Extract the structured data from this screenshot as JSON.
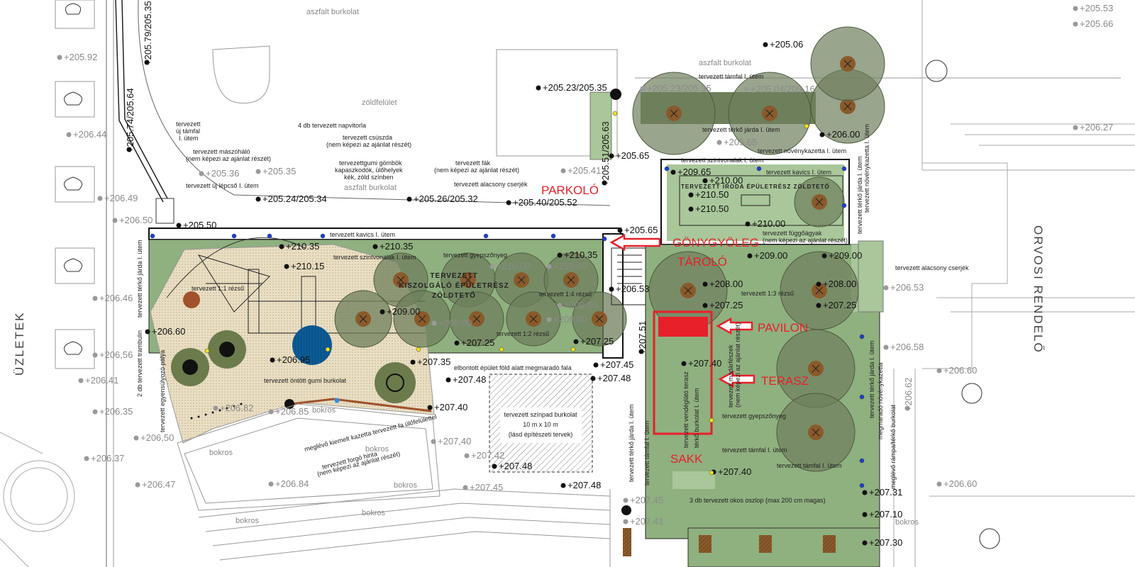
{
  "colors": {
    "lawn": "#8fb07f",
    "roof_green": "#a9c79a",
    "tree_canopy": "#6e7f5c",
    "tree_trunk": "#8a5a2b",
    "rubber_surface": "#e8dcc0",
    "blue_disc": "#0c5a94",
    "marker_red": "#e8202a"
  },
  "area_labels": {
    "left_building": "ÜZLETEK",
    "right_building": "ORVOSI RENDELŐ"
  },
  "red_markers": {
    "parkolo": "PARKOLÓ",
    "gonygyoleg": "GÖNYGYÖLEG",
    "tarolo": "TÁROLÓ",
    "pavilon": "PAVILON",
    "terasz": "TERASZ",
    "sakk": "SAKK"
  },
  "roof_titles": {
    "kiszolgalo_1": "TERVEZETT",
    "kiszolgalo_2": "KISZOLGÁLÓ ÉPÜLETRÉSZ",
    "kiszolgalo_3": "ZÖLDTETŐ",
    "iroda": "TERVEZETT IRODA ÉPÜLETRÉSZ ZÖLDTETŐ"
  },
  "stage": {
    "line1": "tervezett színpad burkolat",
    "line2": "10 m x 10 m",
    "line3": "(lásd építészeti tervek)"
  },
  "notes": [
    "aszfalt burkolat",
    "zöldfelület",
    "aszfalt burkolat",
    "aszfalt burkolat",
    "tervezett",
    "új támfal",
    "I. ütem",
    "tervezett mászóháló",
    "(nem képezi az ajánlat részét)",
    "4 db tervezett napvitorla",
    "tervezett csúszda",
    "(nem képezi az ajánlat részét)",
    "tervezettgumi gömbök",
    "kapaszkodók, ülőhelyek",
    "kék, zöld színben",
    "tervezett fák",
    "(nem képezi az ajánlat részét)",
    "tervezett alacsony cserjék",
    "tervezett új lépcső I. ütem",
    "tervezett kavics I. ütem",
    "tervezett szintvonalak I. ütem",
    "tervezett gyepszőnyeg",
    "tervezett 1:4 rézsű",
    "tervezett 1:2 rézsű",
    "elbontott épület föld alatt megmaradó fala",
    "tervezett öntött gumi burkolat",
    "bokros",
    "bokros",
    "bokros",
    "bokros",
    "bokros",
    "bokros",
    "meglévő kiemelt kazetta tervezett fa ülőfelülettel",
    "tervezett forgó hinta",
    "(nem képezi az ajánlat részét)",
    "tervezett támfal I. ütem",
    "tervezett térkő járda I. ütem",
    "tervezett növénykazetta I. ütem",
    "tervezett kavics I. ütem",
    "tervezett szintvonalak I. ütem",
    "tervezett függőágyak",
    "(nem képezi az ajánlat részét)",
    "tervezett 1:3 rézsű",
    "tervezett alacsony cserjék",
    "tervezett gyepszőnyeg",
    "tervezett támfal I. ütem",
    "3 db tervezett okos oszlop (max 200 cm magas)",
    "tervezett térkő járda I. ütem",
    "tervezett térkő járda I. ütem",
    "tervezett támfal I. ütem",
    "tervezett vendéglátó terasz",
    "térkő burkolat I. ütem",
    "tervezett madárfészek",
    "(nem képezi az ajánlat részét)",
    "tervezett térkő járda I. ütem",
    "tervezett növénykazetta I. ütem",
    "megmaradó növénykazetta",
    "meglévő rámpa/térkő burkolat",
    "bokros",
    "tervezett támfal I. ütem",
    "2 db tervezett trambulin",
    "tervezett egyensúlyozó pálya",
    "tervezett 1:1 rézsű",
    "tervezett térkő járda I. ütem"
  ],
  "elevations": [
    "+205.79/205.35",
    "+205.74/205.64",
    "+205.92",
    "+206.44",
    "+206.49",
    "+206.50",
    "+205.50",
    "+205.36",
    "+205.35",
    "+205.24/205.34",
    "+205.26/205.32",
    "+205.40/205.52",
    "+205.41",
    "+205.23/205.35",
    "+205.65",
    "+205.51/205.63",
    "+205.65",
    "+205.06",
    "+205.53",
    "+205.66",
    "+206.27",
    "+206.00",
    "+205.23/205.35",
    "+205.04/205.16",
    "+205.65",
    "+209.65",
    "+210.00",
    "+210.50",
    "+210.50",
    "+210.00",
    "+209.00",
    "+209.00",
    "+208.00",
    "+208.00",
    "+207.25",
    "+207.25",
    "+206.53",
    "+207.51",
    "+207.45",
    "+207.48",
    "+207.40",
    "+207.40",
    "+207.10",
    "+207.31",
    "+207.30",
    "+206.53",
    "+206.58",
    "+206.60",
    "+206.60",
    "+206.62",
    "+206.46",
    "+206.60",
    "+206,56",
    "+206.41",
    "+206.35",
    "+206,50",
    "+206.37",
    "+206.47",
    "+206.84",
    "+206.82",
    "+206.85",
    "+206.95",
    "+207.35",
    "+207.40",
    "+207,40",
    "+207.42",
    "+207.48",
    "+207.48",
    "+207.45",
    "+207.48",
    "+207.45",
    "+207.41",
    "+210.35",
    "+210.35",
    "+210.35",
    "+210.15",
    "+209.00",
    "+208.00",
    "+207.25",
    "+210.00",
    "+210.00",
    "+209.00",
    "+208.00",
    "+207.25"
  ]
}
